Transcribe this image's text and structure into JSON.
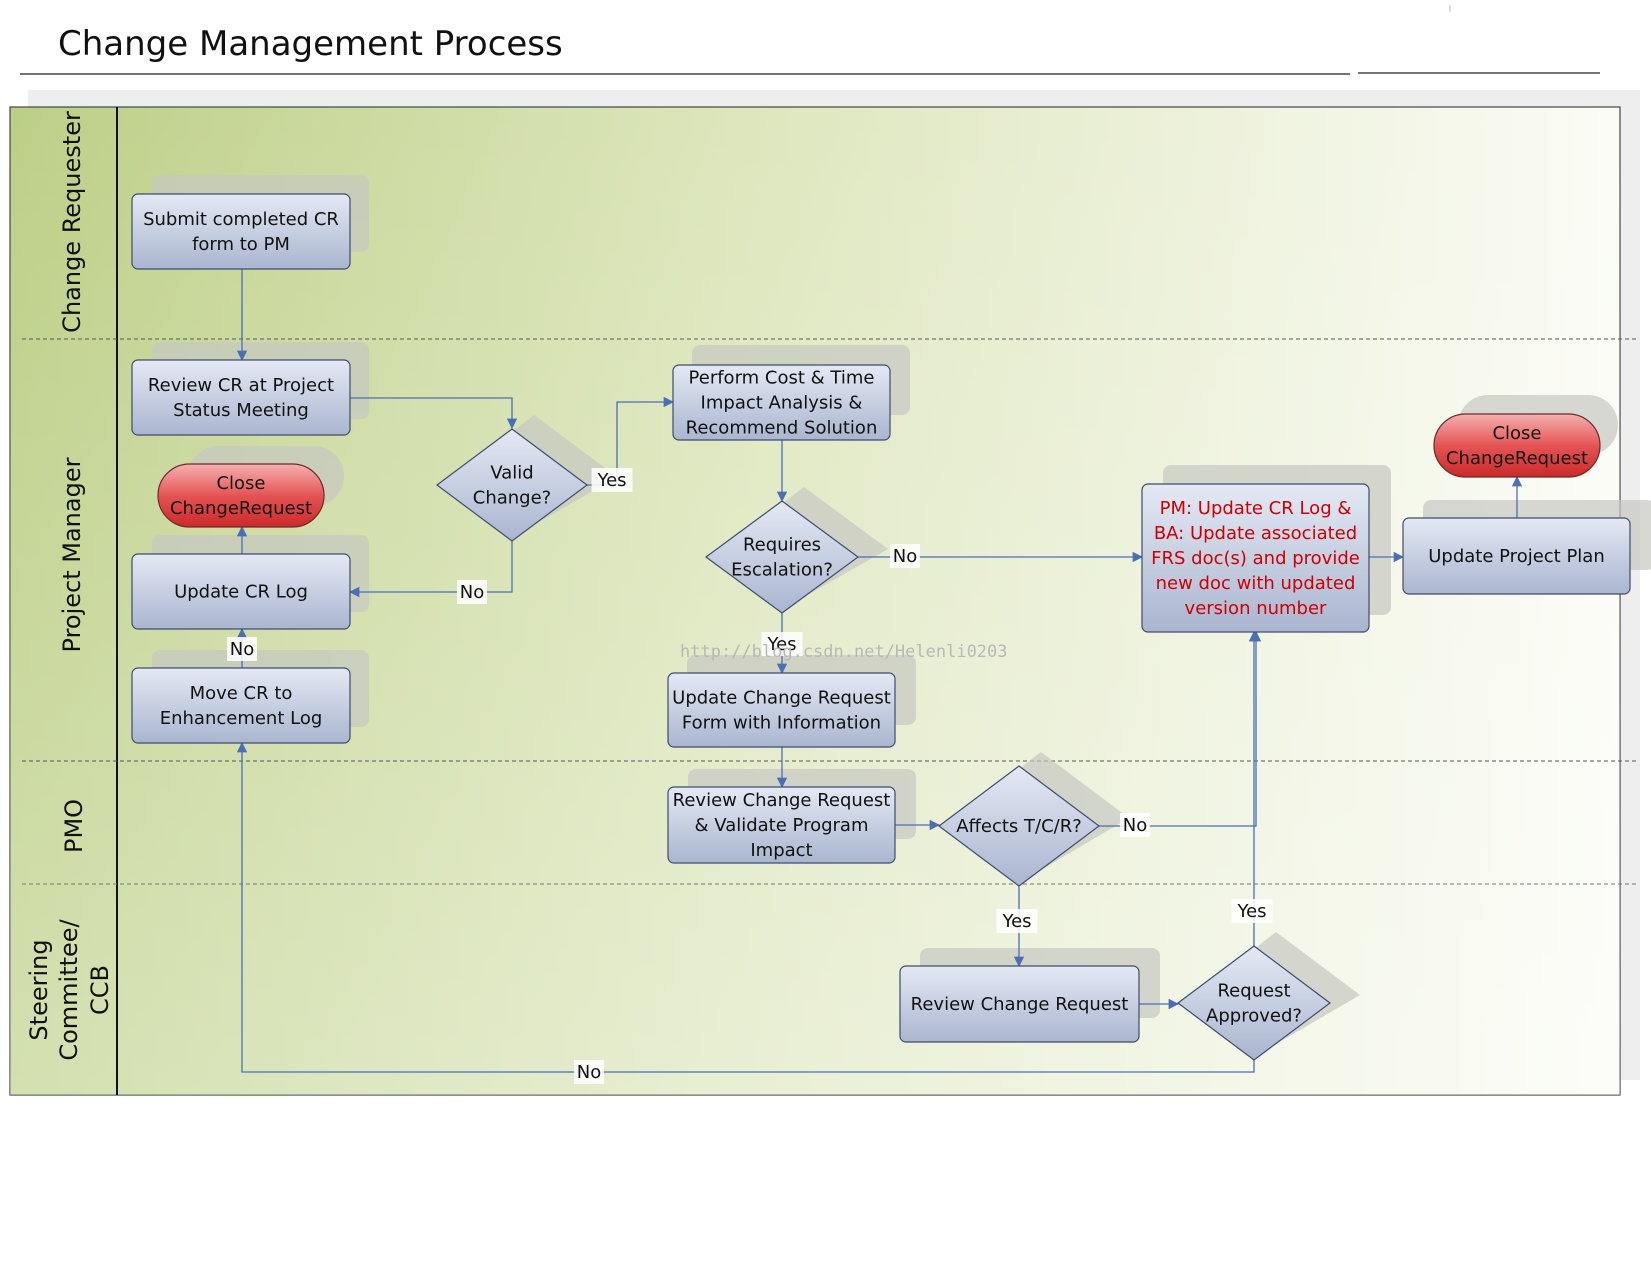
{
  "title": "Change Management Process",
  "watermark": "http://blog.csdn.net/Helenli0203",
  "colors": {
    "process_fill_top": "#dfe5f2",
    "process_fill_bottom": "#aeb9d2",
    "process_stroke": "#3d4c6e",
    "terminator_fill": "#e04040",
    "connector": "#4a6fb5",
    "lane_divider": "#555555",
    "pm_text_red": "#cc0000"
  },
  "lanes": [
    {
      "id": "change-requester",
      "label": "Change Requester"
    },
    {
      "id": "project-manager",
      "label": "Project Manager"
    },
    {
      "id": "pmo",
      "label": "PMO"
    },
    {
      "id": "steering",
      "label": "Steering Committee/ CCB",
      "lines": [
        "Steering",
        "Committee/",
        "CCB"
      ]
    }
  ],
  "nodes": [
    {
      "id": "submit-cr",
      "type": "process",
      "lines": [
        "Submit completed CR",
        "form to PM"
      ]
    },
    {
      "id": "review-cr-status",
      "type": "process",
      "lines": [
        "Review CR at Project",
        "Status Meeting"
      ]
    },
    {
      "id": "valid-change",
      "type": "decision",
      "lines": [
        "Valid",
        "Change?"
      ]
    },
    {
      "id": "close-cr-left",
      "type": "terminator",
      "lines": [
        "Close",
        "ChangeRequest"
      ]
    },
    {
      "id": "update-cr-log",
      "type": "process",
      "lines": [
        "Update CR Log"
      ]
    },
    {
      "id": "move-cr-enhancement",
      "type": "process",
      "lines": [
        "Move CR to",
        "Enhancement Log"
      ]
    },
    {
      "id": "perform-cost-time",
      "type": "process",
      "lines": [
        "Perform Cost & Time",
        "Impact Analysis &",
        "Recommend Solution"
      ]
    },
    {
      "id": "requires-escalation",
      "type": "decision",
      "lines": [
        "Requires",
        "Escalation?"
      ]
    },
    {
      "id": "update-cr-form",
      "type": "process",
      "lines": [
        "Update Change Request",
        "Form with Information"
      ]
    },
    {
      "id": "pm-ba-update",
      "type": "process",
      "red": true,
      "lines": [
        "PM: Update CR Log &",
        "BA: Update associated",
        "FRS doc(s) and provide",
        "new doc with updated",
        "version number"
      ]
    },
    {
      "id": "close-cr-right",
      "type": "terminator",
      "lines": [
        "Close",
        "ChangeRequest"
      ]
    },
    {
      "id": "update-project-plan",
      "type": "process",
      "lines": [
        "Update Project Plan"
      ]
    },
    {
      "id": "review-validate-program",
      "type": "process",
      "lines": [
        "Review Change Request",
        "& Validate Program",
        "Impact"
      ]
    },
    {
      "id": "affects-tcr",
      "type": "decision",
      "lines": [
        "Affects T/C/R?"
      ]
    },
    {
      "id": "review-change-request",
      "type": "process",
      "lines": [
        "Review Change Request"
      ]
    },
    {
      "id": "request-approved",
      "type": "decision",
      "lines": [
        "Request",
        "Approved?"
      ]
    }
  ],
  "edges": [
    {
      "id": "submit-to-review",
      "from": "submit-cr",
      "to": "review-cr-status",
      "label": ""
    },
    {
      "id": "review-to-valid",
      "from": "review-cr-status",
      "to": "valid-change",
      "label": ""
    },
    {
      "id": "valid-yes",
      "from": "valid-change",
      "to": "perform-cost-time",
      "label": "Yes"
    },
    {
      "id": "valid-no",
      "from": "valid-change",
      "to": "update-cr-log",
      "label": "No"
    },
    {
      "id": "log-to-close",
      "from": "update-cr-log",
      "to": "close-cr-left",
      "label": ""
    },
    {
      "id": "move-to-log",
      "from": "move-cr-enhancement",
      "to": "update-cr-log",
      "label": "No"
    },
    {
      "id": "perform-to-escalation",
      "from": "perform-cost-time",
      "to": "requires-escalation",
      "label": ""
    },
    {
      "id": "escalation-no",
      "from": "requires-escalation",
      "to": "pm-ba-update",
      "label": "No"
    },
    {
      "id": "escalation-yes",
      "from": "requires-escalation",
      "to": "update-cr-form",
      "label": "Yes"
    },
    {
      "id": "form-to-review-program",
      "from": "update-cr-form",
      "to": "review-validate-program",
      "label": ""
    },
    {
      "id": "program-to-affects",
      "from": "review-validate-program",
      "to": "affects-tcr",
      "label": ""
    },
    {
      "id": "affects-no",
      "from": "affects-tcr",
      "to": "pm-ba-update",
      "label": "No"
    },
    {
      "id": "affects-yes",
      "from": "affects-tcr",
      "to": "review-change-request",
      "label": "Yes"
    },
    {
      "id": "review-to-approved",
      "from": "review-change-request",
      "to": "request-approved",
      "label": ""
    },
    {
      "id": "approved-yes",
      "from": "request-approved",
      "to": "pm-ba-update",
      "label": "Yes"
    },
    {
      "id": "approved-no",
      "from": "request-approved",
      "to": "move-cr-enhancement",
      "label": "No"
    },
    {
      "id": "pm-to-plan",
      "from": "pm-ba-update",
      "to": "update-project-plan",
      "label": ""
    },
    {
      "id": "plan-to-close",
      "from": "update-project-plan",
      "to": "close-cr-right",
      "label": ""
    }
  ]
}
